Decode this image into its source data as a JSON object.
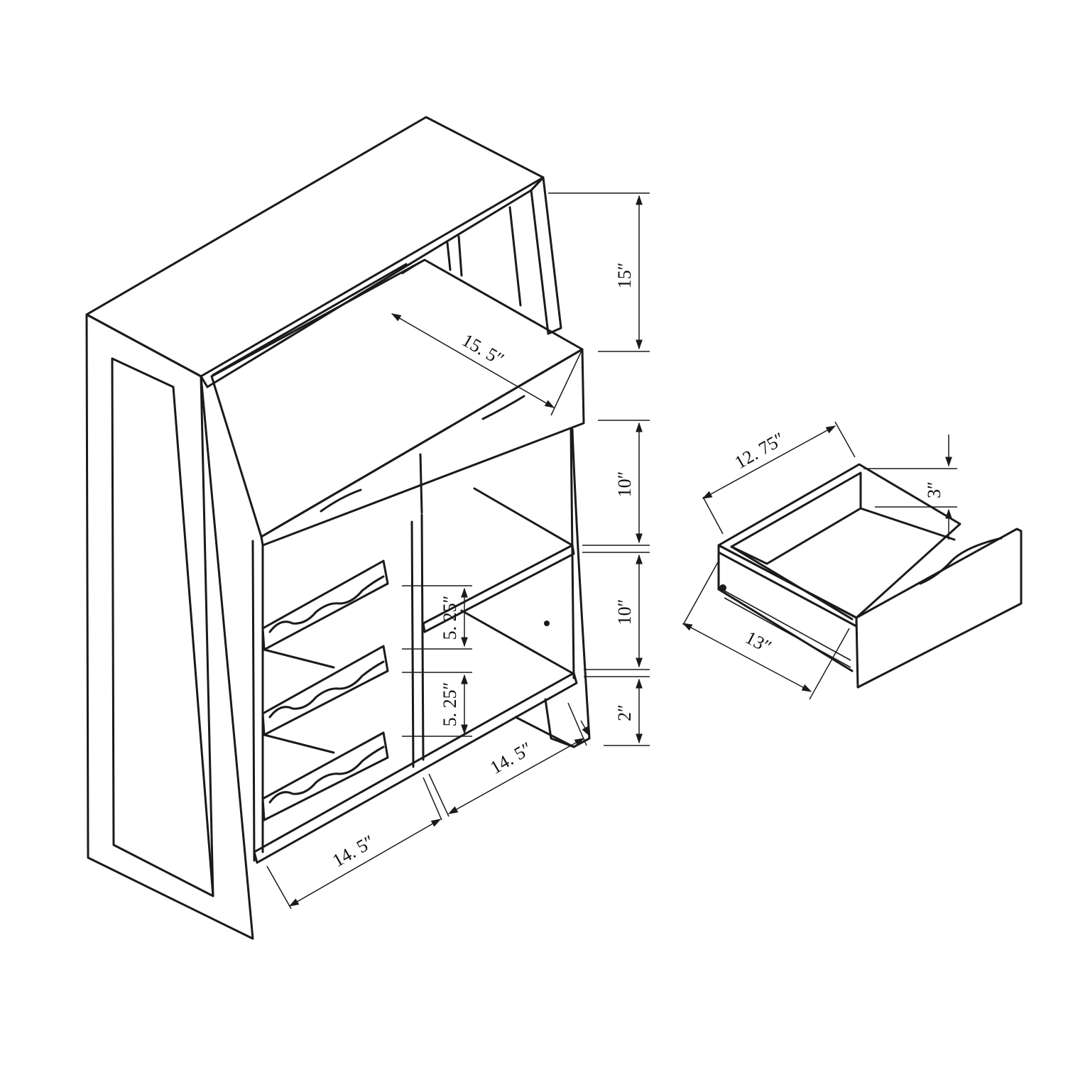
{
  "colors": {
    "line": "#1a1a1a",
    "background": "#ffffff"
  },
  "dimensions": {
    "top_shelf_height": "15″",
    "top_depth": "15. 5″",
    "upper_cubby_height": "10″",
    "lower_cubby_height": "10″",
    "base_height": "2″",
    "wine_rack_spacing_upper": "5. 25″",
    "wine_rack_spacing_lower": "5. 25″",
    "front_width_left": "14. 5″",
    "front_width_right": "14. 5″",
    "drawer_width": "12. 75″",
    "drawer_depth": "13″",
    "drawer_height": "3″"
  }
}
